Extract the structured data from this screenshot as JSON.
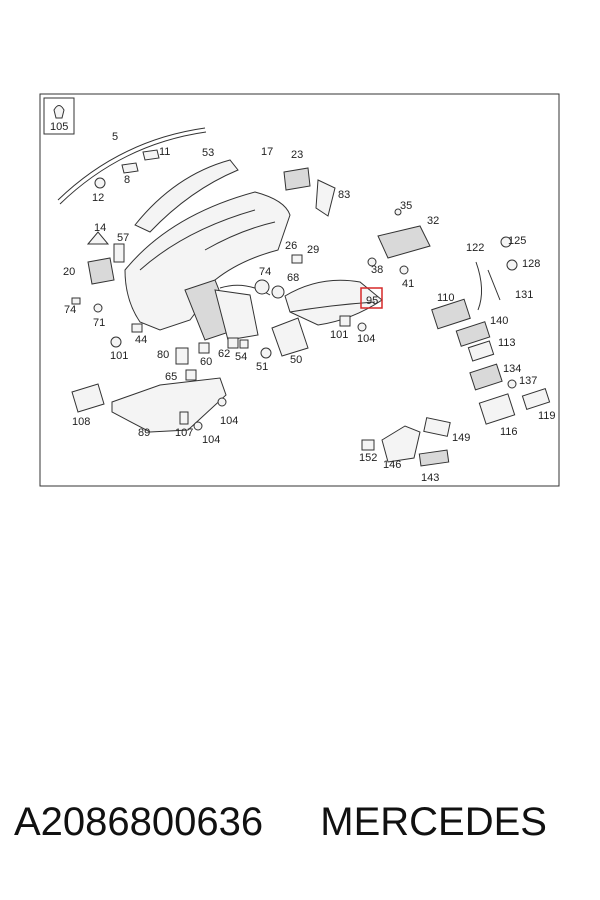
{
  "diagram": {
    "callouts": [
      "105",
      "5",
      "11",
      "8",
      "12",
      "53",
      "17",
      "23",
      "83",
      "35",
      "32",
      "14",
      "57",
      "20",
      "26",
      "29",
      "74",
      "71",
      "44",
      "101",
      "80",
      "65",
      "60",
      "62",
      "54",
      "51",
      "50",
      "74",
      "68",
      "38",
      "41",
      "95",
      "101",
      "104",
      "122",
      "125",
      "128",
      "131",
      "110",
      "140",
      "113",
      "134",
      "137",
      "116",
      "119",
      "108",
      "89",
      "107",
      "104",
      "104",
      "149",
      "152",
      "146",
      "143"
    ],
    "highlighted_callout": "95"
  },
  "footer": {
    "part_number": "A2086800636",
    "brand": "MERCEDES"
  }
}
